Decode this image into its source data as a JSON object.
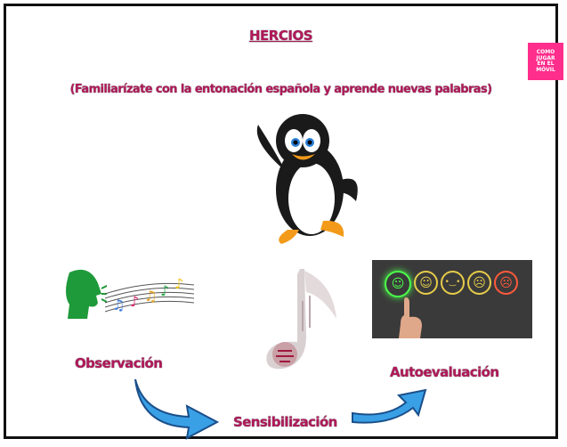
{
  "title": "HERCIOS",
  "subtitle": "(Familiarízate con la entonación española y aprende nuevas palabras)",
  "badge": {
    "line1": "COMO",
    "line2": "JUGAR",
    "line3": "EN EL",
    "line4": "MÓVIL"
  },
  "labels": {
    "observation": "Observación",
    "sensitization": "Sensibilización",
    "self_assessment": "Autoevaluación"
  },
  "faces": [
    {
      "icon": "happy-face",
      "glyph": "☺"
    },
    {
      "icon": "smile-face",
      "glyph": "☺"
    },
    {
      "icon": "neutral-face",
      "glyph": "•‿•"
    },
    {
      "icon": "sad-face",
      "glyph": "☹"
    },
    {
      "icon": "angry-face",
      "glyph": "☹"
    }
  ],
  "colors": {
    "accent": "#b0195a",
    "badge": "#ff2d8c",
    "arrow": "#3aa0e6",
    "head": "#1e9a3a"
  }
}
